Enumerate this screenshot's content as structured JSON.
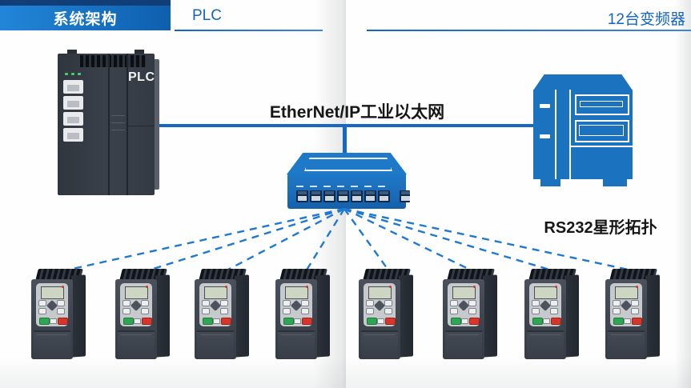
{
  "header": {
    "badge_label": "系统架构",
    "left_section_label": "PLC",
    "right_section_label": "12台变频器"
  },
  "diagram": {
    "ethernet_label": "EtherNet/IP工业以太网",
    "rs232_label": "RS232星形拓扑",
    "plc": {
      "label": "PLC",
      "port_count": 4,
      "led_count": 3
    },
    "switch": {
      "port_count": 7,
      "uplink_port_count": 1
    },
    "inverter_count": 8
  },
  "colors": {
    "header_navy": "#123e78",
    "badge_blue_start": "#2286d8",
    "badge_blue_end": "#0e5fae",
    "accent_blue": "#1565c0",
    "line_blue": "#1668c4",
    "device_blue": "#1b72bf",
    "dashed_blue": "#1f78d1",
    "inverter_dark": "#3d444e"
  }
}
